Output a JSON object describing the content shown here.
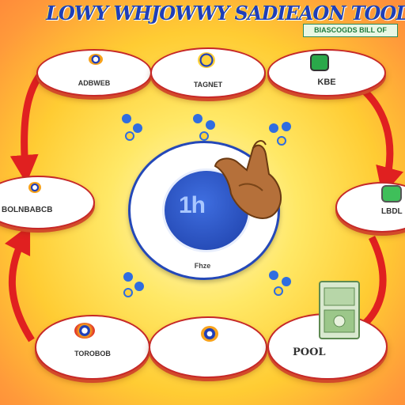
{
  "header": {
    "title": "LOWY WHJOWWY SADIEAON TOOL",
    "tag": "BIASCOGDS BILL OF"
  },
  "center": {
    "number": "1h",
    "caption": "Fhze"
  },
  "nodes": {
    "top_left": {
      "label": "ADBWEB",
      "icon": "coin-icon"
    },
    "top_center": {
      "label": "TAGNET",
      "icon": "coin-icon"
    },
    "top_right": {
      "label": "KBE",
      "icon": "device-icon"
    },
    "mid_left": {
      "label": "BOLNBABCB",
      "icon": "coin-icon"
    },
    "mid_right": {
      "label": "LBDL",
      "icon": "device-icon"
    },
    "bottom_left": {
      "label": "TOROBOB",
      "icon": "coin-icon"
    },
    "bottom_center": {
      "label": "",
      "icon": "coin-icon"
    },
    "bottom_right": {
      "label": "POOL",
      "icon": "money-icon"
    }
  },
  "colors": {
    "arrow": "#e02020",
    "node_border": "#c62828",
    "center_ring": "#2448b8",
    "center_core": "#1d3fa8",
    "accent_blue": "#1f3fb8",
    "accent_yellow": "#ffd23a"
  },
  "icons": {
    "hand": "pointing-hand-icon",
    "droplets": "blue-drop-icon"
  }
}
